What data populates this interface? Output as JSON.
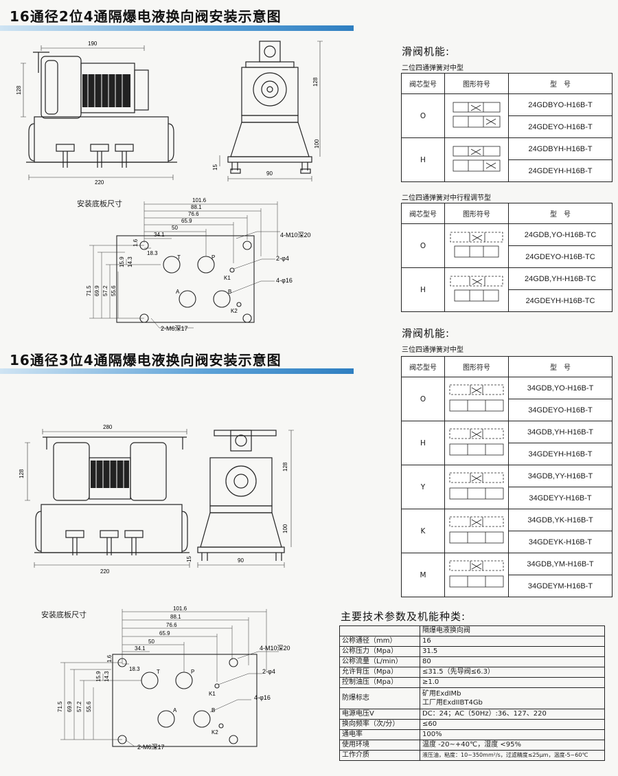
{
  "sections": {
    "sec1_title": "16通径2位4通隔爆电液换向阀安装示意图",
    "sec2_title": "16通径3位4通隔爆电液换向阀安装示意图"
  },
  "drawing1": {
    "dim_190": "190",
    "dim_128": "128",
    "dim_220": "220",
    "dim_90": "90",
    "dim_15": "15",
    "dim_100": "100",
    "base_title": "安装底板尺寸"
  },
  "drawing2": {
    "dim_280": "280",
    "dim_128": "128",
    "dim_220": "220",
    "dim_90": "90",
    "dim_15": "15",
    "dim_100": "100",
    "base_title": "安装底板尺寸"
  },
  "base_plate": {
    "d_101_6": "101.6",
    "d_88_1": "88.1",
    "d_76_6": "76.6",
    "d_65_9": "65.9",
    "d_50": "50",
    "d_34_1": "34.1",
    "d_18_3": "18.3",
    "d_1_6": "1.6",
    "d_71_5": "71.5",
    "d_69_9": "69.9",
    "d_57_2": "57.2",
    "d_55_6": "55.6",
    "d_15_9": "15.9",
    "d_14_3": "14.3",
    "port_T": "T",
    "port_P": "P",
    "port_A": "A",
    "port_B": "B",
    "port_K1": "K1",
    "port_K2": "K2",
    "note_m10": "4-M10深20",
    "note_phi4": "2-φ4",
    "note_phi16": "4-φ16",
    "note_m6": "2-M6深17"
  },
  "function_panel1": {
    "heading": "滑阀机能:",
    "table1_title": "二位四通弹簧对中型",
    "table2_title": "二位四通弹簧对中行程调节型",
    "col_code": "阀芯型号",
    "col_symbol": "图形符号",
    "col_model": "型　号",
    "table1_rows": [
      {
        "code": "O",
        "models": [
          "24GDBYO-H16B-T",
          "24GDEYO-H16B-T"
        ]
      },
      {
        "code": "H",
        "models": [
          "24GDBYH-H16B-T",
          "24GDEYH-H16B-T"
        ]
      }
    ],
    "table2_rows": [
      {
        "code": "O",
        "models": [
          "24GDB,YO-H16B-TC",
          "24GDEYO-H16B-TC"
        ]
      },
      {
        "code": "H",
        "models": [
          "24GDB,YH-H16B-TC",
          "24GDEYH-H16B-TC"
        ]
      }
    ]
  },
  "function_panel2": {
    "heading": "滑阀机能:",
    "table_title": "三位四通弹簧对中型",
    "col_code": "阀芯型号",
    "col_symbol": "图形符号",
    "col_model": "型　号",
    "rows": [
      {
        "code": "O",
        "models": [
          "34GDB,YO-H16B-T",
          "34GDEYO-H16B-T"
        ]
      },
      {
        "code": "H",
        "models": [
          "34GDB,YH-H16B-T",
          "34GDEYH-H16B-T"
        ]
      },
      {
        "code": "Y",
        "models": [
          "34GDB,YY-H16B-T",
          "34GDEYY-H16B-T"
        ]
      },
      {
        "code": "K",
        "models": [
          "34GDB,YK-H16B-T",
          "34GDEYK-H16B-T"
        ]
      },
      {
        "code": "M",
        "models": [
          "34GDB,YM-H16B-T",
          "34GDEYM-H16B-T"
        ]
      }
    ]
  },
  "specs": {
    "heading": "主要技术参数及机能种类:",
    "header_value": "隔爆电液换向阀",
    "rows": [
      {
        "k": "公称通径（mm）",
        "v": "16"
      },
      {
        "k": "公称压力（Mpa）",
        "v": "31.5"
      },
      {
        "k": "公称流量（L/min）",
        "v": "80"
      },
      {
        "k": "允许背压（Mpa）",
        "v": "≤31.5（先导阀≤6.3）"
      },
      {
        "k": "控制油压（Mpa）",
        "v": "≥1.0"
      },
      {
        "k": "防爆标志",
        "v1": "矿用ExdIMb",
        "v2": "工厂用ExdIIBT4Gb"
      },
      {
        "k": "电源电压V",
        "v": "DC：24；AC（50Hz）:36、127、220"
      },
      {
        "k": "换向频率（次/分）",
        "v": "≤60"
      },
      {
        "k": "通电率",
        "v": "100%"
      },
      {
        "k": "使用环境",
        "v": "温度 -20~+40℃，湿度 <95%"
      },
      {
        "k": "工作介质",
        "v": "液压油，粘度：10~350mm²/s，过滤精度≤25μm，温度-5~60℃"
      }
    ]
  }
}
